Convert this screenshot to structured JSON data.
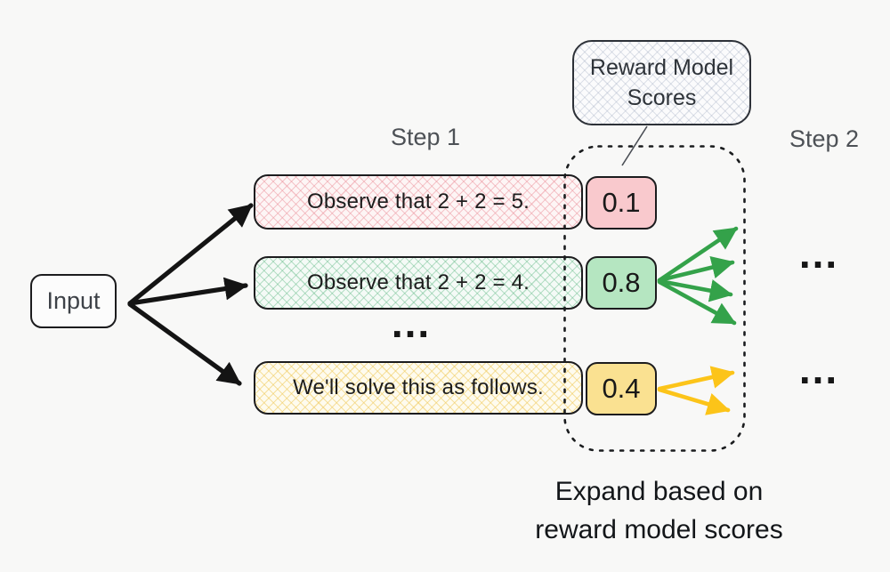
{
  "input": {
    "label": "Input"
  },
  "step_labels": {
    "step1": "Step 1",
    "step2": "Step 2"
  },
  "reward_model_box": {
    "line1": "Reward Model",
    "line2": "Scores"
  },
  "branches": [
    {
      "text": "Observe that 2 + 2 = 5.",
      "score": "0.1",
      "color_fill": "#f9c9cd"
    },
    {
      "text": "Observe that 2 + 2 = 4.",
      "score": "0.8",
      "color_fill": "#b5e6c1"
    },
    {
      "text": "We'll solve this as follows.",
      "score": "0.4",
      "color_fill": "#fae191"
    }
  ],
  "ellipsis": {
    "middle": "...",
    "step2_top": "...",
    "step2_bottom": "..."
  },
  "caption": {
    "line1": "Expand based on",
    "line2": "reward model scores"
  },
  "colors": {
    "background": "#f8f8f7",
    "black_arrow": "#141414",
    "green_arrow": "#34a24a",
    "yellow_arrow": "#fcc419",
    "dashed_region_border": "#1a1c1e"
  }
}
